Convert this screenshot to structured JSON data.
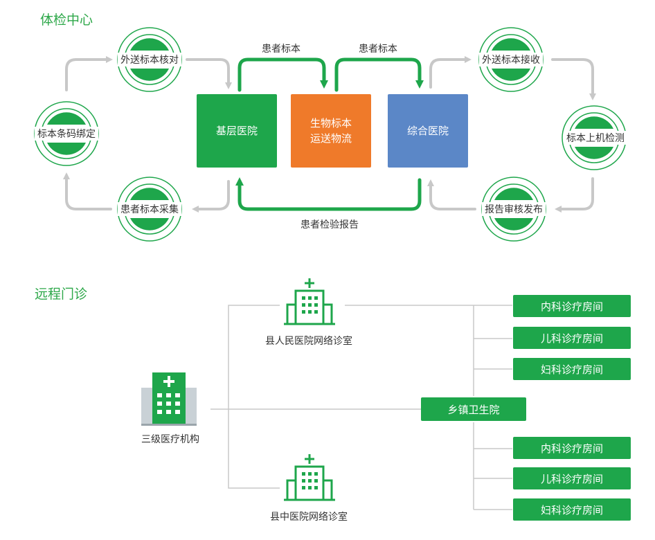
{
  "exam": {
    "title": "体检中心",
    "steps": {
      "verify": "外送标本核对",
      "bind": "标本条码绑定",
      "collect": "患者标本采集",
      "receive": "外送标本接收",
      "test": "标本上机检测",
      "review": "报告审核发布"
    },
    "boxes": {
      "primary": "基层医院",
      "logistics_line1": "生物标本",
      "logistics_line2": "运送物流",
      "general": "综合医院"
    },
    "flows": {
      "sample_1": "患者标本",
      "sample_2": "患者标本",
      "report": "患者检验报告"
    },
    "colors": {
      "green": "#1ea64b",
      "orange": "#ef7a2a",
      "blue": "#5b87c7",
      "grey": "#c8c8c8"
    }
  },
  "remote": {
    "title": "远程门诊",
    "top_hospital": "县人民医院网络诊室",
    "bottom_hospital": "县中医院网络诊室",
    "tertiary": "三级医疗机构",
    "township": "乡镇卫生院",
    "rooms_top": [
      "内科诊疗房间",
      "儿科诊疗房间",
      "妇科诊疗房间"
    ],
    "rooms_bottom": [
      "内科诊疗房间",
      "儿科诊疗房间",
      "妇科诊疗房间"
    ]
  }
}
